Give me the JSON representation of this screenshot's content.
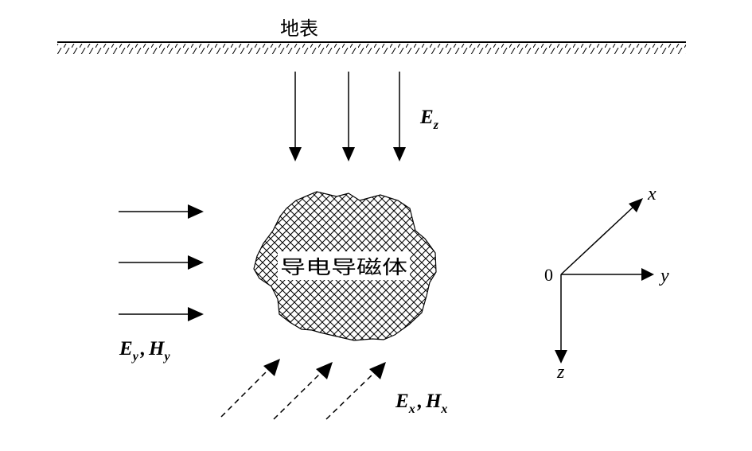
{
  "surface": {
    "label": "地表"
  },
  "body": {
    "label": "导电导磁体"
  },
  "fields": {
    "z": {
      "symbol": "E",
      "sub": "z"
    },
    "y": {
      "e_symbol": "E",
      "e_sub": "y",
      "sep": ",",
      "h_symbol": "H",
      "h_sub": "y"
    },
    "x": {
      "e_symbol": "E",
      "e_sub": "x",
      "sep": ",",
      "h_symbol": "H",
      "h_sub": "x"
    }
  },
  "axes": {
    "origin": "0",
    "x": "x",
    "y": "y",
    "z": "z"
  }
}
